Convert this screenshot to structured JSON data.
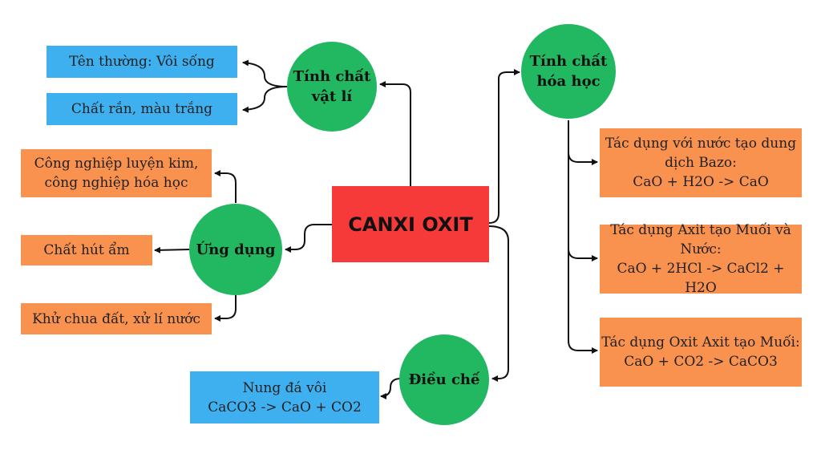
{
  "center": {
    "title": "CANXI OXIT"
  },
  "nodes": {
    "physical": {
      "lines": [
        "Tính chất",
        "vật lí"
      ]
    },
    "chemical": {
      "lines": [
        "Tính chất",
        "hóa học"
      ]
    },
    "application": {
      "lines": [
        "Ứng dụng"
      ]
    },
    "preparation": {
      "lines": [
        "Điều chế"
      ]
    }
  },
  "boxes": {
    "physical_1": [
      "Tên thường: Vôi sống"
    ],
    "physical_2": [
      "Chất rắn, màu trắng"
    ],
    "application_1": [
      "Công nghiệp luyện kim,",
      "công nghiệp hóa học"
    ],
    "application_2": [
      "Chất hút ẩm"
    ],
    "application_3": [
      "Khử chua đất, xử lí nước"
    ],
    "chemical_1": [
      "Tác dụng với nước tạo dung",
      "dịch Bazo:",
      "CaO + H2O -> CaO"
    ],
    "chemical_2": [
      "Tác dụng Axit tạo Muối và",
      "Nước:",
      "CaO + 2HCl -> CaCl2 + H2O"
    ],
    "chemical_3": [
      "Tác dụng Oxit Axit tạo Muối:",
      "CaO + CO2 -> CaCO3"
    ],
    "preparation_1": [
      "Nung đá vôi",
      "CaCO3 -> CaO + CO2"
    ]
  },
  "colors": {
    "center": "#f63a39",
    "circle": "#22b761",
    "blue_box": "#3fb0ef",
    "orange_box": "#f9914f",
    "connector": "#111111"
  }
}
